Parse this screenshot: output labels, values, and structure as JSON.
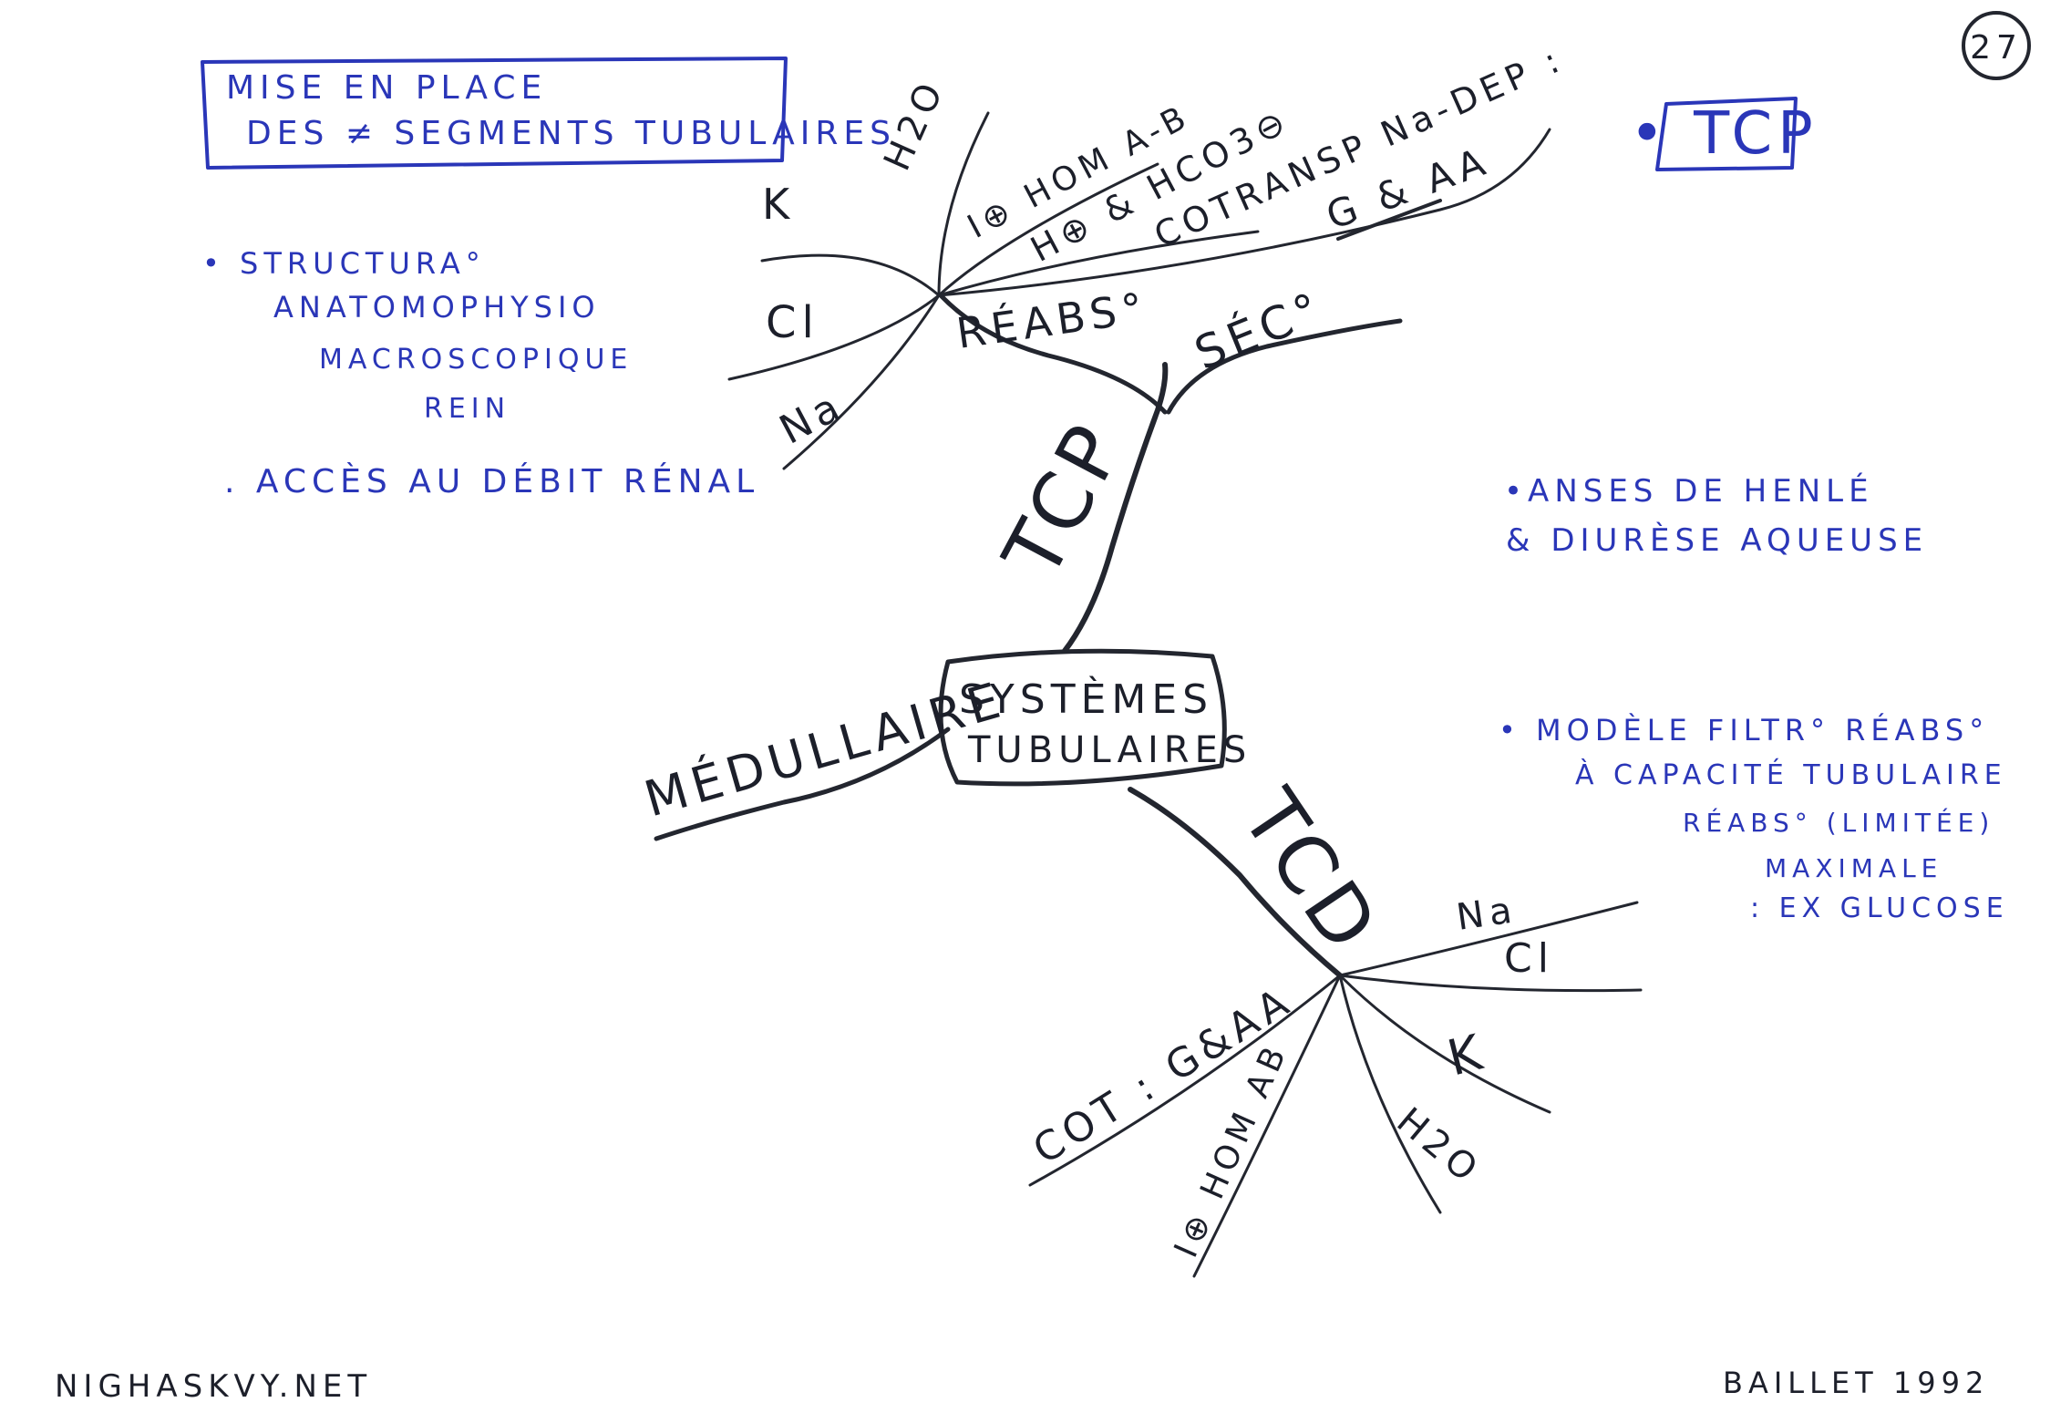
{
  "page": {
    "page_number": "27",
    "footer_left": "NIGHASKVY.NET",
    "footer_right": "BAILLET 1992"
  },
  "notes_left": {
    "title_box": [
      "MISE EN PLACE",
      "DES ≠ SEGMENTS TUBULAIRES"
    ],
    "bullet_1": [
      "• STRUCTURA°",
      "ANATOMOPHYSIO",
      "MACROSCOPIQUE",
      "REIN"
    ],
    "bullet_2": ". ACCÈS AU DÉBIT RÉNAL"
  },
  "notes_right": {
    "tcp_title": "• TCP",
    "bullet_anses": [
      "•ANSES DE HENLÉ",
      "& DIURÈSE AQUEUSE"
    ],
    "bullet_modele": [
      "• MODÈLE FILTR° RÉABS°",
      "À CAPACITÉ TUBULAIRE",
      "RÉABS° (LIMITÉE)",
      "MAXIMALE",
      ": EX GLUCOSE"
    ]
  },
  "mindmap": {
    "center": [
      "SYSTÈMES",
      "TUBULAIRES"
    ],
    "branch_tcp": {
      "label": "TCP",
      "reabs": "RÉABS°",
      "sec": "SÉC°",
      "ions": [
        "K",
        "Cl",
        "Na",
        "H2O"
      ],
      "hom": "I⊕ HOM A-B",
      "hco3": "H⊕ & HCO3⊖",
      "cotransp": "COTRANSP Na-DEP :",
      "gaa": "G & AA"
    },
    "branch_medullaire": {
      "label": "MÉDULLAIRE"
    },
    "branch_tcd": {
      "label": "TCD",
      "ions": [
        "Na",
        "Cl",
        "K",
        "H2O"
      ],
      "cot": "COT : G&AA",
      "hom": "I⊕ HOM AB"
    }
  },
  "colors": {
    "black_ink": "#1c1f2a",
    "blue_ink": "#2a36b8"
  },
  "icons": [
    "circled-page-number-icon"
  ]
}
